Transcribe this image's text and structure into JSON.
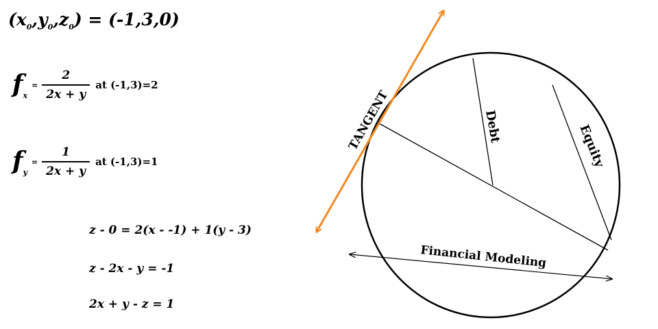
{
  "equations": {
    "point": {
      "x": "x",
      "y": "y",
      "z": "z",
      "sub": "0",
      "value": "(-1,3,0)"
    },
    "fx": {
      "f": "f",
      "sub": "x",
      "eq": "=",
      "num": "2",
      "den": "2x + y",
      "at": "at (-1,3)=2"
    },
    "fy": {
      "f": "f",
      "sub": "y",
      "eq": "=",
      "num": "1",
      "den": "2x + y",
      "at": "at (-1,3)=1"
    },
    "steps": [
      "z - 0 = 2(x - -1) + 1(y - 3)",
      "z - 2x - y = -1",
      "2x + y - z = 1"
    ]
  },
  "diagram": {
    "tangent_label": "TANGENT",
    "debt_label": "Debt",
    "equity_label": "Equity",
    "modeling_label": "Financial Modeling",
    "tangent_color": "#f08a24",
    "line_color": "#000000"
  }
}
